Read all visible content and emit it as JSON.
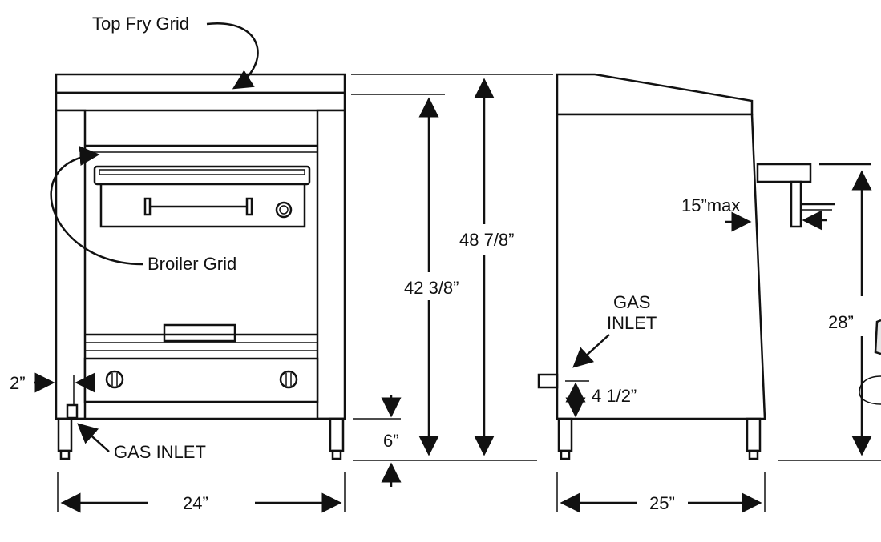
{
  "labels": {
    "top_fry_grid": "Top Fry Grid",
    "broiler_grid": "Broiler Grid",
    "gas_inlet_front": "GAS INLET",
    "gas_inlet_side_line1": "GAS",
    "gas_inlet_side_line2": "INLET",
    "max_15": "15”max"
  },
  "dimensions": {
    "width_front": "24”",
    "depth_side": "25”",
    "height_total": "48 7/8”",
    "height_body": "42 3/8”",
    "leg_height": "6”",
    "inlet_offset": "2”",
    "inlet_height": "4 1/2”",
    "counter_height": "28”"
  },
  "colors": {
    "line": "#111111",
    "panel": "#e6e6e6",
    "background": "#ffffff"
  }
}
